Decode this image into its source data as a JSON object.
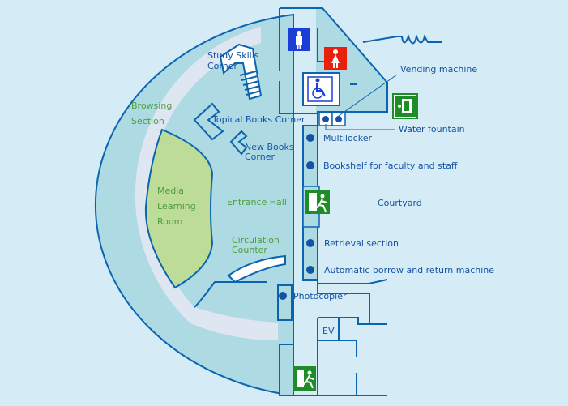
{
  "labels": {
    "study_skills_1": "Study Skills",
    "study_skills_2": "Corner",
    "browsing_1": "Browsing",
    "browsing_2": "Section",
    "topical_books": "Topical Books Corner",
    "new_books_1": "New Books",
    "new_books_2": "Corner",
    "media_1": "Media",
    "media_2": "Learning",
    "media_3": "Room",
    "entrance_hall": "Entrance Hall",
    "circulation_1": "Circulation",
    "circulation_2": "Counter",
    "vending_machine": "Vending machine",
    "water_fountain": "Water fountain",
    "multilocker": "Multilocker",
    "bookshelf_faculty": "Bookshelf for faculty and staff",
    "courtyard": "Courtyard",
    "retrieval_section": "Retrieval section",
    "automatic_machine": "Automatic borrow and return machine",
    "photocopier": "Photocopier",
    "ev": "EV"
  },
  "icons": {
    "male_restroom": "male-restroom-icon",
    "female_restroom": "female-restroom-icon",
    "accessible_restroom": "wheelchair-icon",
    "exit_sign_top": "emergency-exit-icon",
    "exit_sign_mid": "emergency-exit-icon",
    "exit_sign_bottom": "emergency-exit-icon"
  },
  "colors": {
    "background": "#d5ecf7",
    "floor": "#aedbe3",
    "aisle": "#dde6f1",
    "media_room": "#bcdc97",
    "wall": "#0b64b0",
    "label_blue": "#1552a5",
    "label_green": "#4d9e3c",
    "male_icon_bg": "#1b3fd6",
    "female_icon_bg": "#e8200d",
    "exit_green": "#1f8d27"
  }
}
